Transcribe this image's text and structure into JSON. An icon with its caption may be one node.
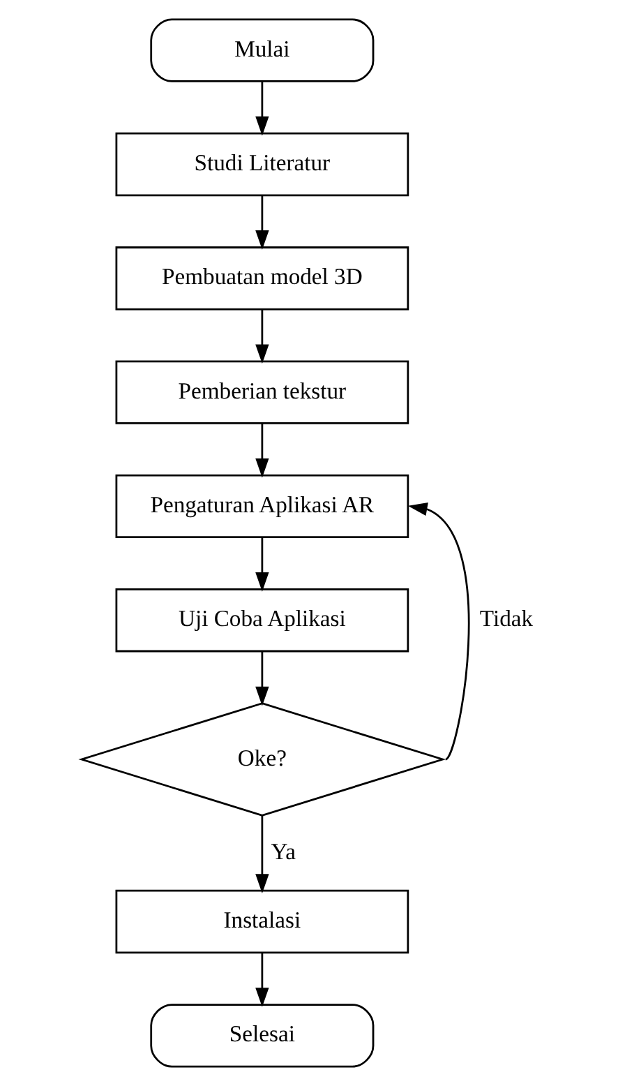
{
  "diagram": {
    "nodes": [
      {
        "text": [
          "Mulai"
        ]
      },
      {
        "text": [
          "Studi Literatur"
        ]
      },
      {
        "text": [
          "Pembuatan model 3D"
        ]
      },
      {
        "text": [
          "Pemberian tekstur"
        ]
      },
      {
        "text": [
          "Pengaturan Aplikasi AR"
        ]
      },
      {
        "text": [
          "Uji Coba Aplikasi"
        ]
      },
      {
        "text": [
          "Oke?"
        ]
      },
      {
        "text": [
          "Instalasi"
        ]
      },
      {
        "text": [
          "Selesai"
        ]
      }
    ],
    "edges": [
      {
        "from": 0,
        "to": 1,
        "arrow": "to"
      },
      {
        "from": 1,
        "to": 2,
        "arrow": "to"
      },
      {
        "from": 2,
        "to": 3,
        "arrow": "to"
      },
      {
        "from": 3,
        "to": 4,
        "arrow": "to"
      },
      {
        "from": 4,
        "to": 5,
        "arrow": "to"
      },
      {
        "from": 5,
        "to": 6,
        "arrow": "to"
      },
      {
        "from": 6,
        "to": 7,
        "arrow": "to",
        "label": "Ya"
      },
      {
        "from": 6,
        "to": 4,
        "arrow": "to",
        "label": "Tidak"
      },
      {
        "from": 7,
        "to": 8,
        "arrow": "to"
      }
    ]
  }
}
